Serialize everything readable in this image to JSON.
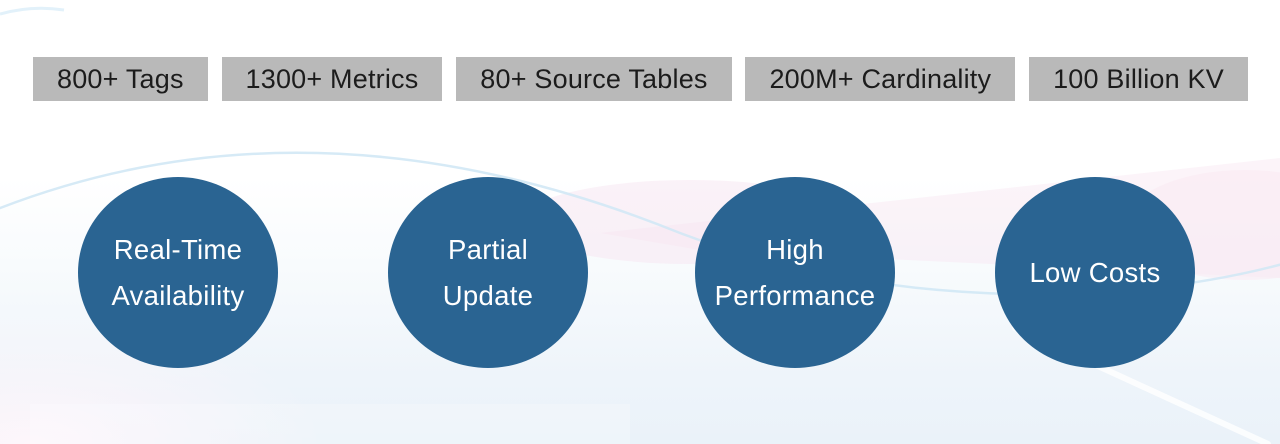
{
  "stats": [
    {
      "label": "800+ Tags"
    },
    {
      "label": "1300+ Metrics"
    },
    {
      "label": "80+ Source Tables"
    },
    {
      "label": "200M+ Cardinality"
    },
    {
      "label": "100 Billion KV"
    }
  ],
  "features": [
    {
      "lines": [
        "Real-Time",
        "Availability"
      ]
    },
    {
      "lines": [
        "Partial",
        "Update"
      ]
    },
    {
      "lines": [
        "High",
        "Performance"
      ]
    },
    {
      "lines": [
        "Low Costs"
      ]
    }
  ],
  "colors": {
    "circle_bg": "#2a6492",
    "circle_text": "#ffffff",
    "badge_bg": "#b9b9b9",
    "badge_text": "#1c1c1c",
    "wave_blue": "#d2e8f5",
    "wave_pink": "#f7e3ef",
    "bottom_tint": "#eaf2f9"
  }
}
